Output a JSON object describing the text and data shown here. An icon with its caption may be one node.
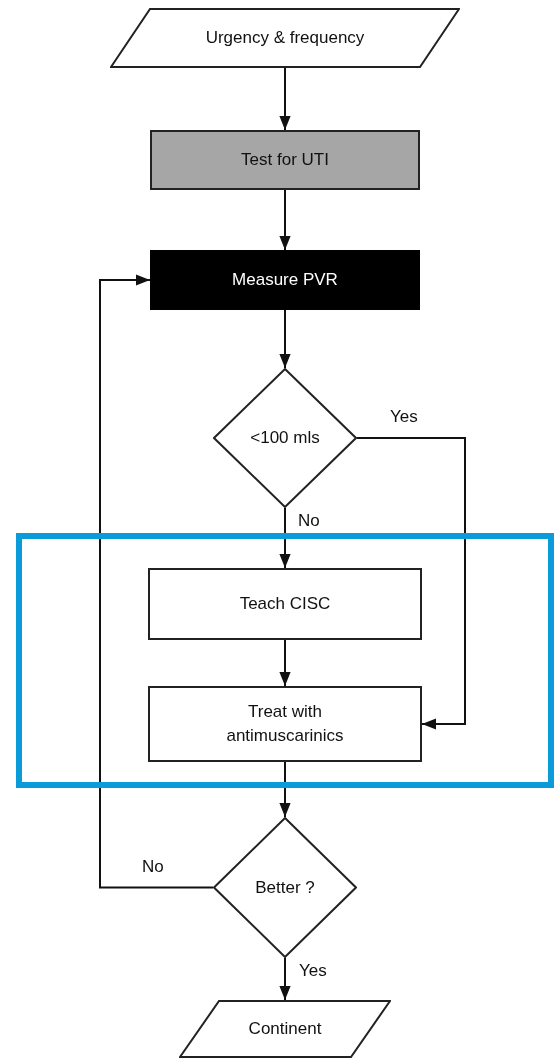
{
  "diagram": {
    "nodes": [
      {
        "text": [
          "Urgency & frequency"
        ]
      },
      {
        "text": [
          "Test for UTI"
        ]
      },
      {
        "text": [
          "Measure PVR"
        ]
      },
      {
        "text": [
          "<100 mls"
        ]
      },
      {
        "text": [],
        "shape": "box"
      },
      {
        "text": [
          "Teach CISC"
        ],
        "in": 4
      },
      {
        "text": [
          "Treat with antimuscarinics"
        ],
        "in": 4
      },
      {
        "text": [
          "Better ?"
        ]
      },
      {
        "text": [
          "Continent"
        ]
      }
    ],
    "edges": [
      {
        "from": 0,
        "to": 1,
        "arrow": "to"
      },
      {
        "from": 1,
        "to": 2,
        "arrow": "to"
      },
      {
        "from": 2,
        "to": 3,
        "arrow": "to"
      },
      {
        "from": 3,
        "to": 5,
        "arrow": "to",
        "label": "No"
      },
      {
        "from": 3,
        "to": 6,
        "arrow": "to",
        "label": "Yes"
      },
      {
        "from": 5,
        "to": 6,
        "arrow": "to"
      },
      {
        "from": 6,
        "to": 7,
        "arrow": "to"
      },
      {
        "from": 7,
        "to": 8,
        "arrow": "to",
        "label": "Yes"
      },
      {
        "from": 7,
        "to": 2,
        "arrow": "to",
        "label": "No"
      }
    ]
  }
}
